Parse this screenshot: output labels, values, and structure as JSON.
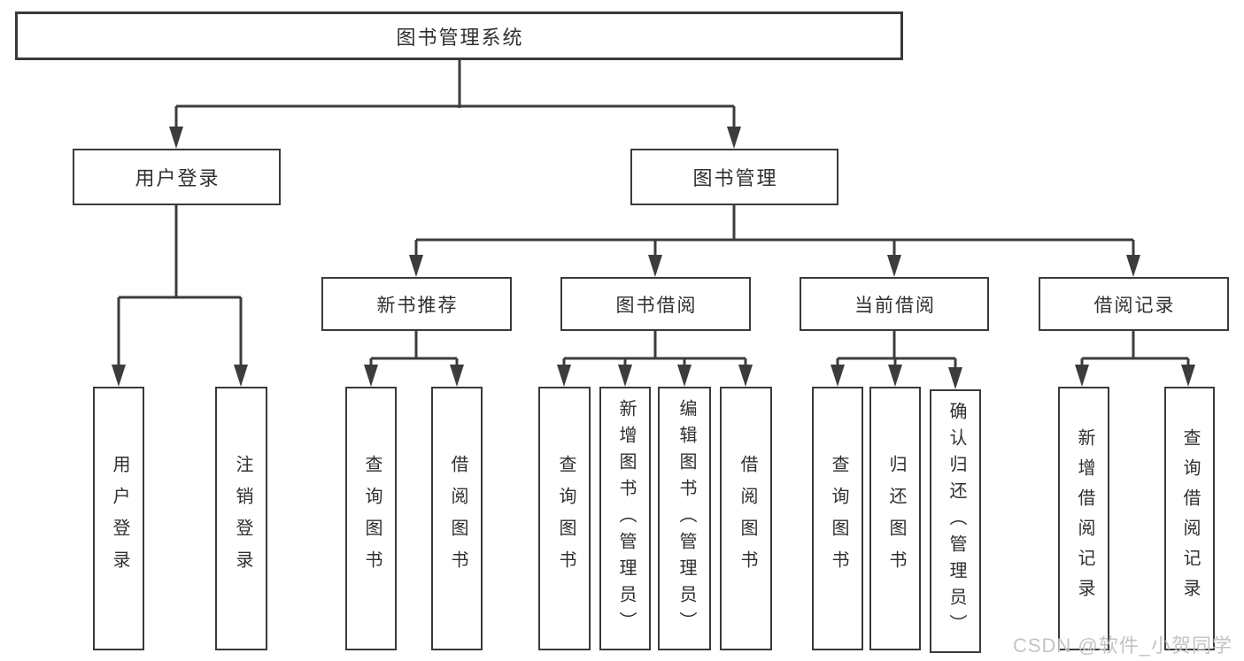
{
  "diagram": {
    "root": "图书管理系统",
    "branches": [
      {
        "label": "用户登录",
        "children": [
          "用户登录",
          "注销登录"
        ]
      },
      {
        "label": "图书管理",
        "sections": [
          {
            "label": "新书推荐",
            "children": [
              "查询图书",
              "借阅图书"
            ]
          },
          {
            "label": "图书借阅",
            "children": [
              "查询图书",
              "新增图书（管理员）",
              "编辑图书（管理员）",
              "借阅图书"
            ]
          },
          {
            "label": "当前借阅",
            "children": [
              "查询图书",
              "归还图书",
              "确认归还（管理员）"
            ]
          },
          {
            "label": "借阅记录",
            "children": [
              "新增借阅记录",
              "查询借阅记录"
            ]
          }
        ]
      }
    ]
  },
  "watermark": "CSDN @软件_小贺同学",
  "colors": {
    "line": "#3c3c3c",
    "border": "#3a3a3a",
    "text": "#2f2f2f",
    "watermark": "#c4c4c4",
    "background": "#ffffff"
  }
}
